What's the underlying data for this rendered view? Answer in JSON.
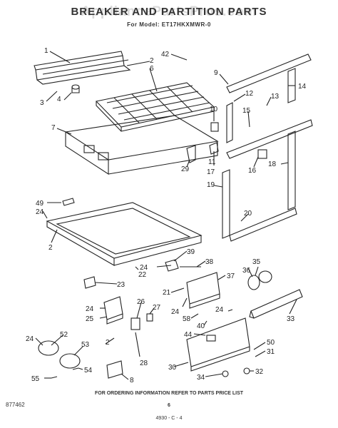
{
  "header": {
    "title": "BREAKER AND PARTITION PARTS",
    "model_line": "For Model: ET17HKXMWR-0",
    "watermark": "AppliancePartsPros.com"
  },
  "footer": {
    "note": "FOR ORDERING INFORMATION REFER TO PARTS PRICE LIST",
    "page_number": "6",
    "document_code": "877462",
    "revision_code": "4930 - C - 4"
  },
  "callouts": [
    "1",
    "2",
    "3",
    "4",
    "6",
    "7",
    "42",
    "9",
    "14",
    "12",
    "13",
    "10",
    "15",
    "11",
    "17",
    "16",
    "18",
    "19",
    "20",
    "29",
    "49",
    "24",
    "2",
    "39",
    "38",
    "24",
    "22",
    "37",
    "23",
    "21",
    "36",
    "35",
    "24",
    "26",
    "27",
    "24",
    "58",
    "40",
    "24",
    "25",
    "44",
    "24",
    "33",
    "52",
    "53",
    "2",
    "28",
    "50",
    "31",
    "30",
    "55",
    "54",
    "8",
    "34",
    "32"
  ],
  "colors": {
    "ink": "#222222",
    "paper": "#ffffff",
    "watermark": "#969696"
  }
}
